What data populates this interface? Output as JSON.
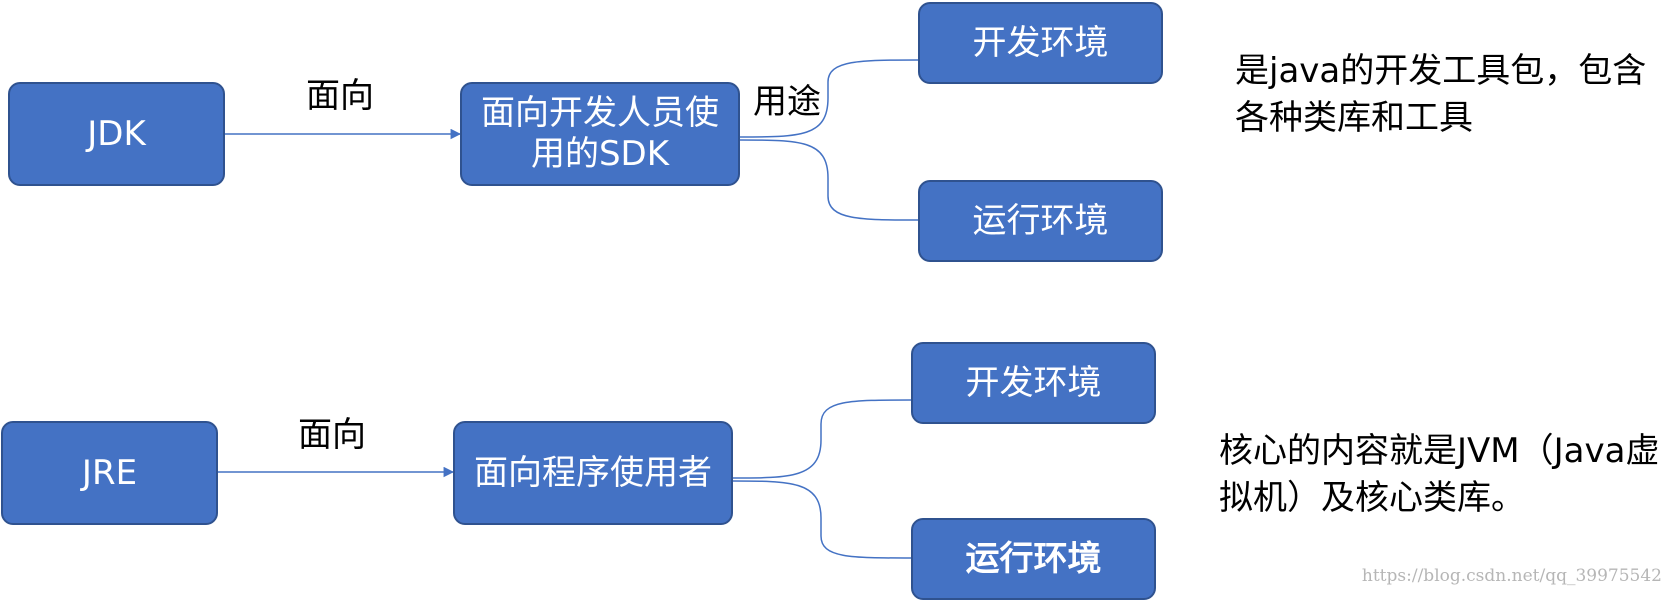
{
  "colors": {
    "node_fill": "#4472c4",
    "node_border": "#2f528f",
    "node_text": "#ffffff",
    "connector": "#4472c4",
    "label_text": "#000000",
    "watermark": "#b6b6b6"
  },
  "jdk": {
    "name": "JDK",
    "edge_label": "面向",
    "target": "面向开发人员使用的SDK",
    "usage_label": "用途",
    "branches": [
      "开发环境",
      "运行环境"
    ],
    "note": "是java的开发工具包，包含各种类库和工具"
  },
  "jre": {
    "name": "JRE",
    "edge_label": "面向",
    "target": "面向程序使用者",
    "branches": [
      "开发环境",
      "运行环境"
    ],
    "note": "核心的内容就是JVM（Java虚拟机）及核心类库。"
  },
  "watermark": "https://blog.csdn.net/qq_39975542"
}
